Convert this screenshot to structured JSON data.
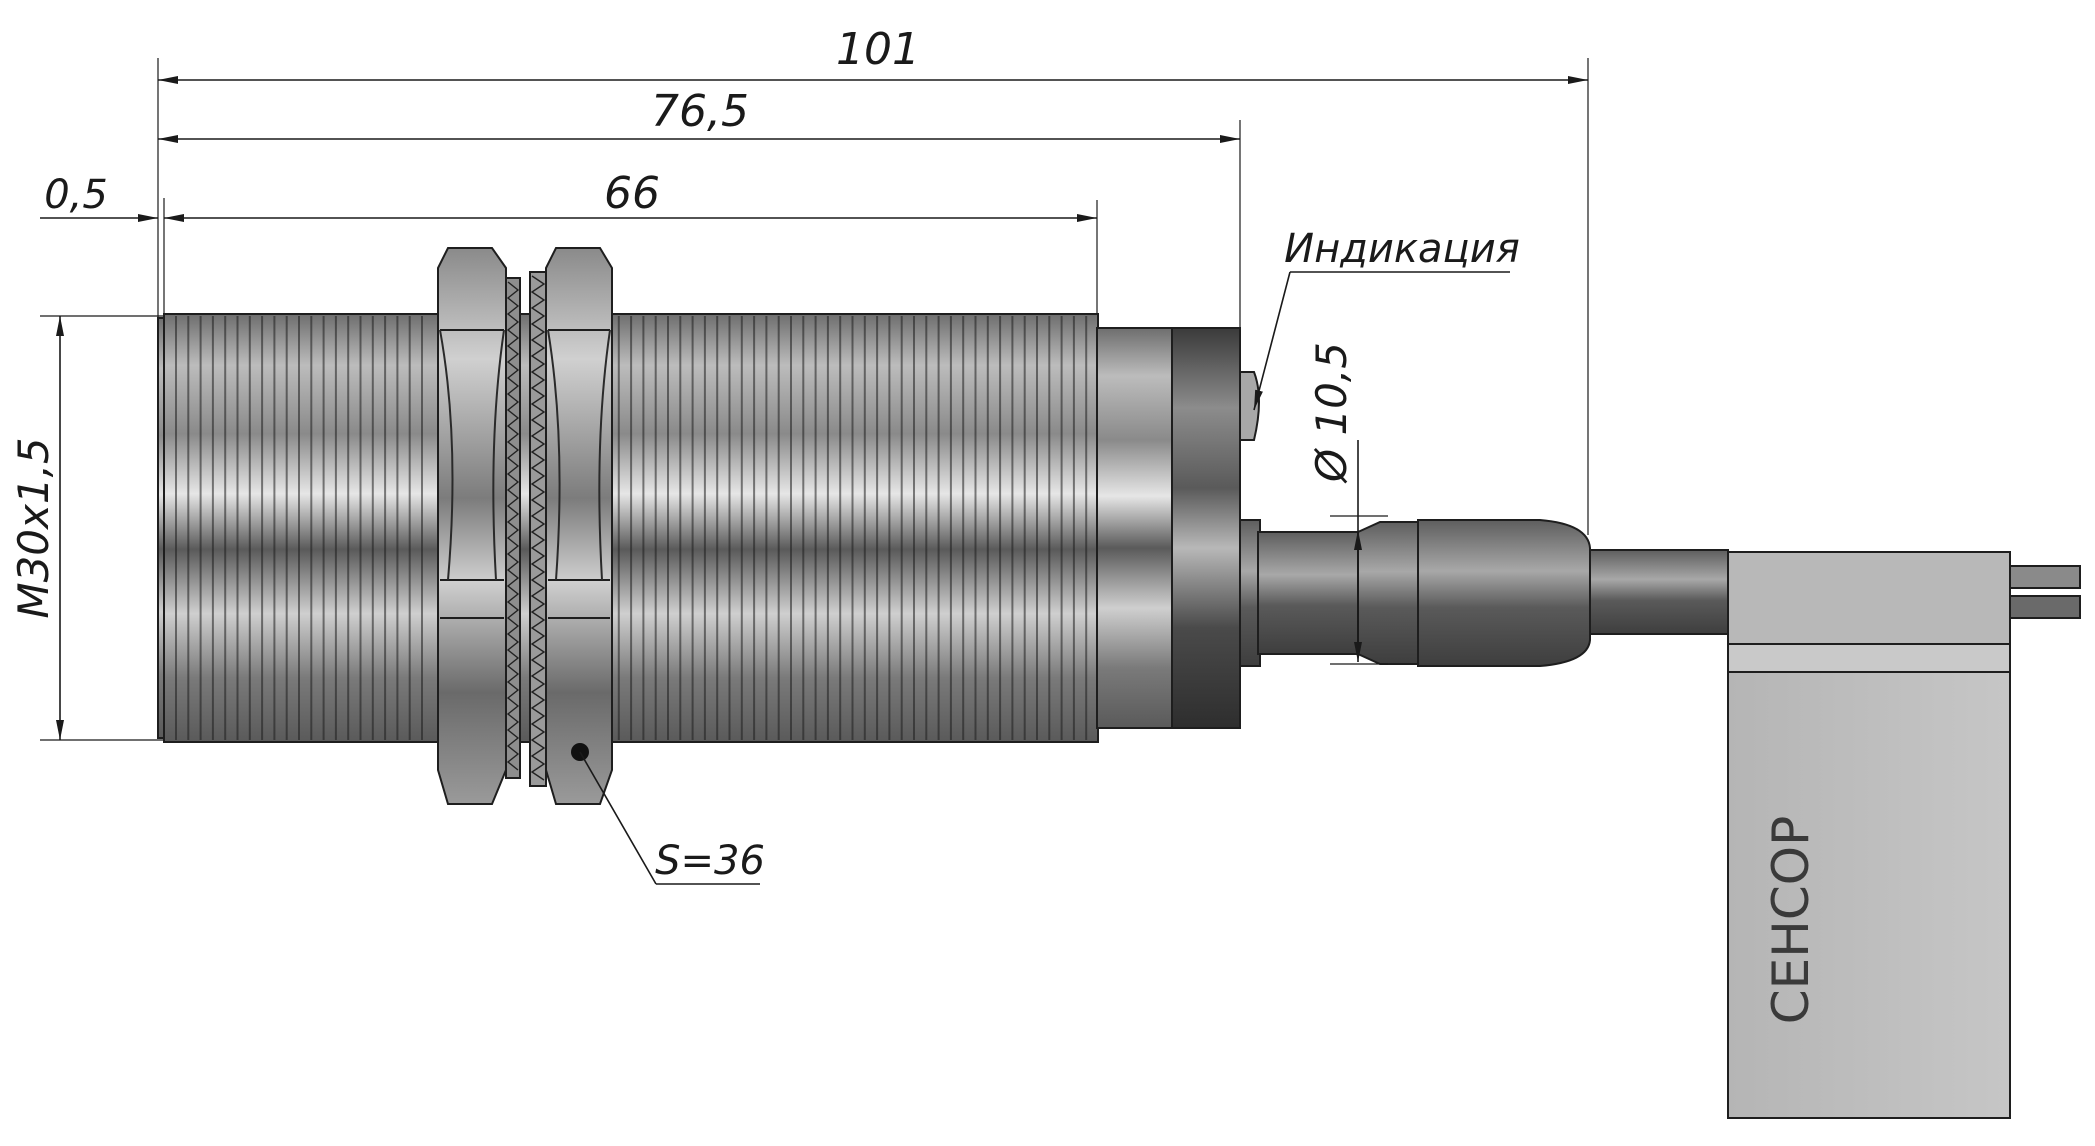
{
  "dimensions": {
    "overall_length": "101",
    "body_length": "76,5",
    "thread_length": "66",
    "front_offset": "0,5",
    "thread_size": "M30x1,5",
    "cable_diameter": "Ø 10,5",
    "nut_size": "S=36"
  },
  "callouts": {
    "indication": "Индикация"
  },
  "tag": {
    "label": "СЕНСОР"
  },
  "colors": {
    "metal_light": "#d9d9d9",
    "metal_mid": "#9a9a9a",
    "metal_dark": "#4a4a4a",
    "tag_fill": "#bdbdbd"
  }
}
